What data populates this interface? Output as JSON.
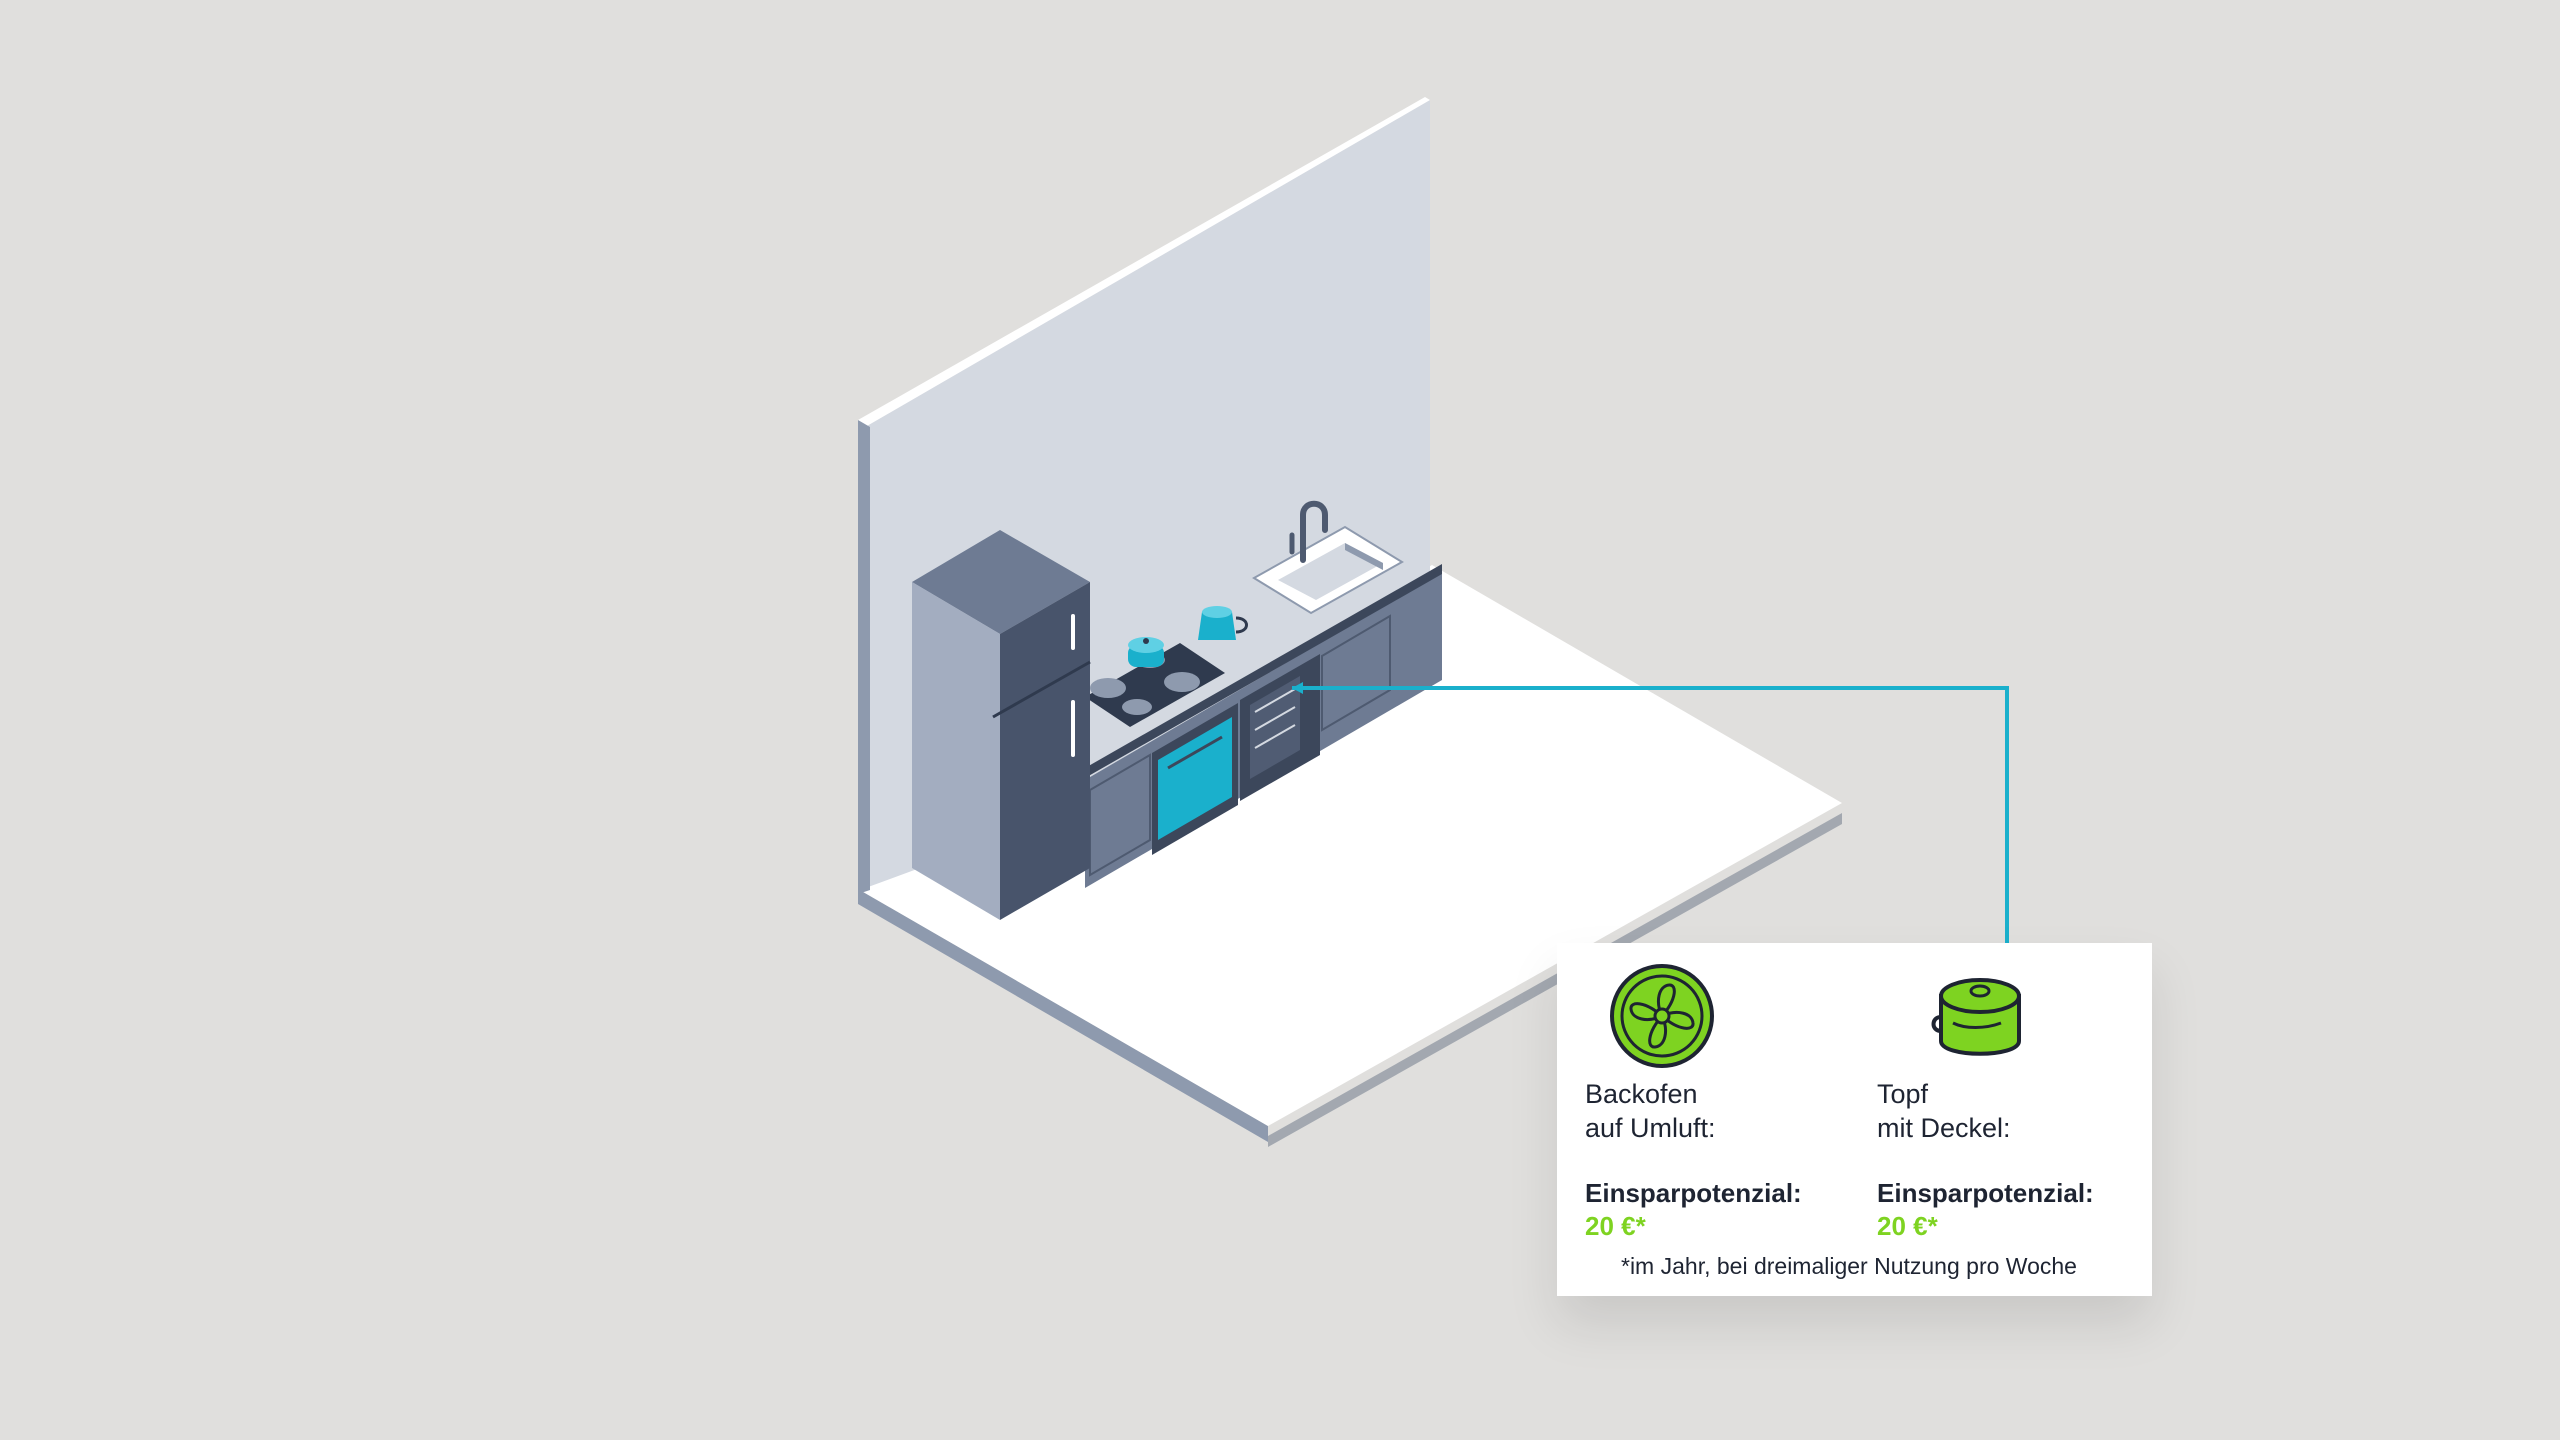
{
  "colors": {
    "background": "#e0dfdd",
    "accent_line": "#1ab0cc",
    "savings_green": "#7ed321",
    "text_dark": "#1e2432"
  },
  "illustration": {
    "items": [
      "fridge-icon",
      "cooktop-icon",
      "pot-icon",
      "kettle-icon",
      "sink-icon",
      "faucet-icon",
      "oven-icon",
      "dishwasher-icon"
    ]
  },
  "card": {
    "left": {
      "icon": "fan-icon",
      "name": "Backofen\nauf Umluft:",
      "label": "Einsparpotenzial:",
      "value": "20 €*"
    },
    "right": {
      "icon": "pot-with-lid-icon",
      "name": "Topf\nmit Deckel:",
      "label": "Einsparpotenzial:",
      "value": "20 €*"
    },
    "footnote": "*im Jahr, bei dreimaliger Nutzung pro Woche"
  }
}
